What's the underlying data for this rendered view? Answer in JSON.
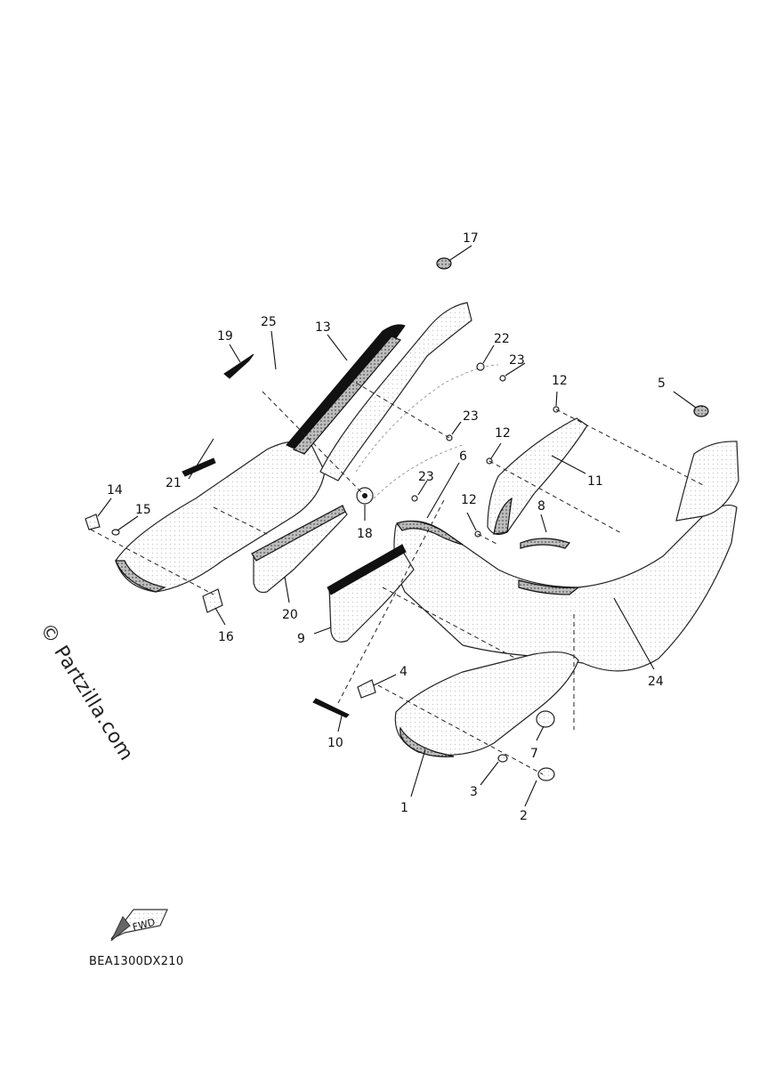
{
  "watermark": "© Partzilla.com",
  "diagram_code": "BEA1300DX210",
  "direction_badge": "FWD",
  "callouts": [
    "1",
    "2",
    "3",
    "4",
    "5",
    "6",
    "7",
    "8",
    "9",
    "10",
    "11",
    "12",
    "12",
    "12",
    "13",
    "14",
    "15",
    "16",
    "17",
    "18",
    "19",
    "20",
    "21",
    "22",
    "23",
    "23",
    "23",
    "24",
    "25"
  ]
}
